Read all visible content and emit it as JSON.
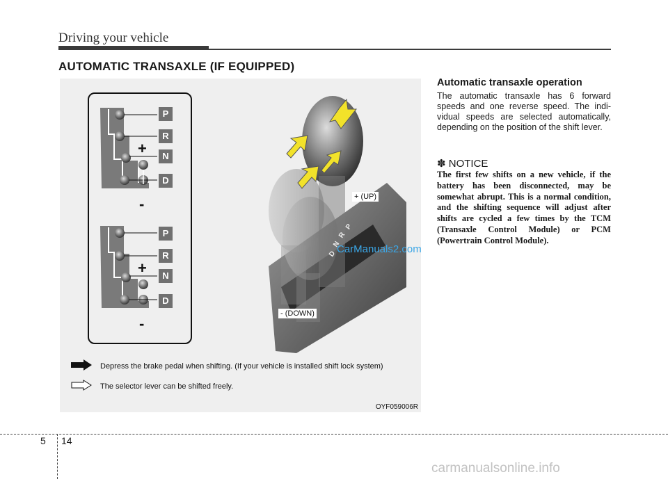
{
  "header": {
    "title": "Driving your vehicle"
  },
  "section": {
    "title": "AUTOMATIC TRANSAXLE (IF EQUIPPED)"
  },
  "figure": {
    "gates_top": [
      "P",
      "R",
      "N",
      "D"
    ],
    "gates_bottom": [
      "P",
      "R",
      "N",
      "D"
    ],
    "plus_sign": "+",
    "minus_sign": "-",
    "shifter_letters": [
      "P",
      "R",
      "N",
      "D"
    ],
    "up_label": "+ (UP)",
    "down_label": "- (DOWN)",
    "legend_solid": "Depress the brake pedal when shifting. (If your vehicle is installed shift lock system)",
    "legend_outline": "The selector lever can be shifted freely.",
    "figure_code": "OYF059006R",
    "watermark": "CarManuals2.com",
    "colors": {
      "arrow_fill": "#f2e22a",
      "panel_bg": "#efefef",
      "gear_box": "#707070"
    }
  },
  "content": {
    "subtitle": "Automatic transaxle operation",
    "body": "The automatic transaxle has 6 forward speeds and one reverse speed. The indi-vidual speeds are selected automatically, depending on the position of the shift lever.",
    "notice_title": "✽ NOTICE",
    "notice_body": "The first few shifts on a new vehicle, if the battery has been disconnected, may be somewhat abrupt. This is a normal condition, and the shifting sequence will adjust after shifts are cycled a few times by the TCM (Transaxle Control Module) or PCM (Powertrain Control Module)."
  },
  "footer": {
    "section_number": "5",
    "page_number": "14",
    "site": "carmanualsonline.info"
  }
}
